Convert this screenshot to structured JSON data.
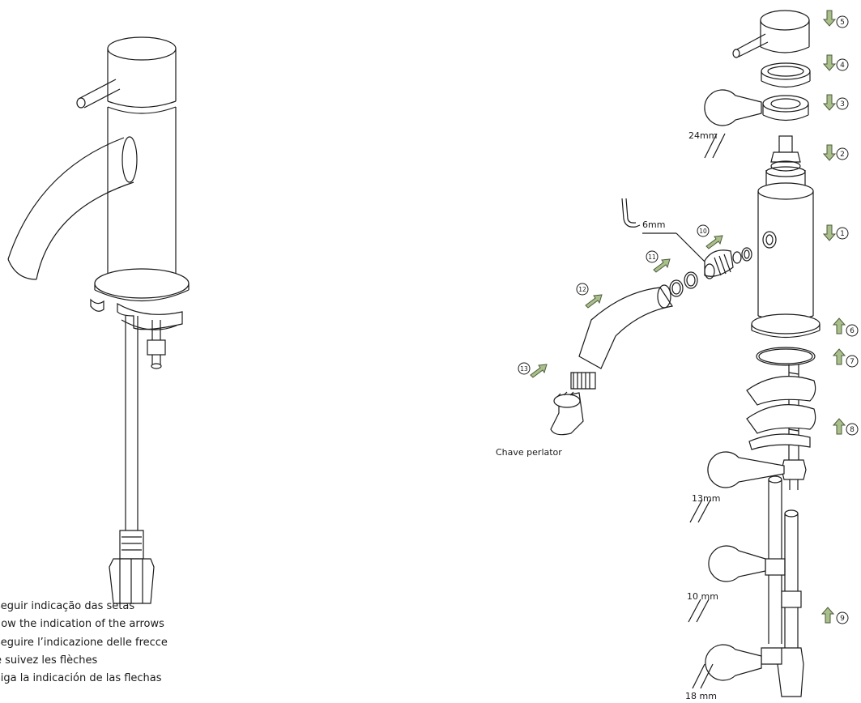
{
  "labels": {
    "perlator_key": "Chave perlator",
    "hex_key": "6mm",
    "wrench_24": "24mm",
    "wrench_13": "13mm",
    "wrench_10": "10 mm",
    "wrench_18": "18 mm"
  },
  "steps": {
    "s1": "1",
    "s2": "2",
    "s3": "3",
    "s4": "4",
    "s5": "5",
    "s6": "6",
    "s7": "7",
    "s8": "8",
    "s9": "9",
    "s10": "10",
    "s11": "11",
    "s12": "12",
    "s13": "13"
  },
  "instructions": [
    "seguir indicação das setas",
    "llow the indication of the arrows",
    "seguire l’indicazione delle frecce",
    "e suivez les flèches",
    "siga la indicación de las flechas"
  ],
  "colors": {
    "arrow_fill": "#a9c08a",
    "arrow_stroke": "#4d5a3d",
    "line": "#1a1a1a"
  }
}
